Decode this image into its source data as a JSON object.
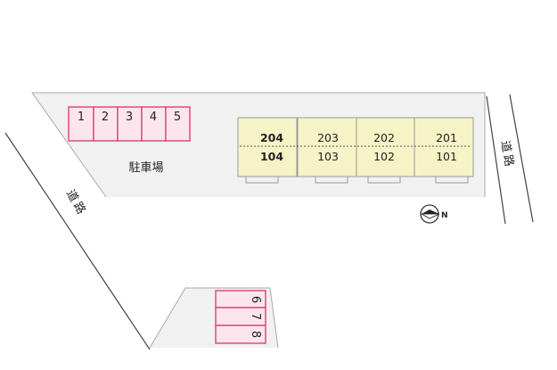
{
  "parking": {
    "label": "駐車場",
    "north_spaces": [
      "1",
      "2",
      "3",
      "4",
      "5"
    ],
    "south_spaces": [
      "6",
      "7",
      "8"
    ]
  },
  "building": {
    "units": [
      {
        "upper": "204",
        "lower": "104"
      },
      {
        "upper": "203",
        "lower": "103"
      },
      {
        "upper": "202",
        "lower": "102"
      },
      {
        "upper": "201",
        "lower": "101"
      }
    ]
  },
  "roads": {
    "left": [
      "道",
      "路"
    ],
    "right": [
      "道",
      "路"
    ]
  },
  "compass": {
    "letter": "N"
  },
  "colors": {
    "lot_fill": "#f1f1f1",
    "lot_stroke": "#aaaaaa",
    "parking_fill": "#fde5ee",
    "parking_stroke": "#d9456f",
    "building_fill": "#f6f3c6",
    "building_stroke": "#9a9a9a"
  }
}
